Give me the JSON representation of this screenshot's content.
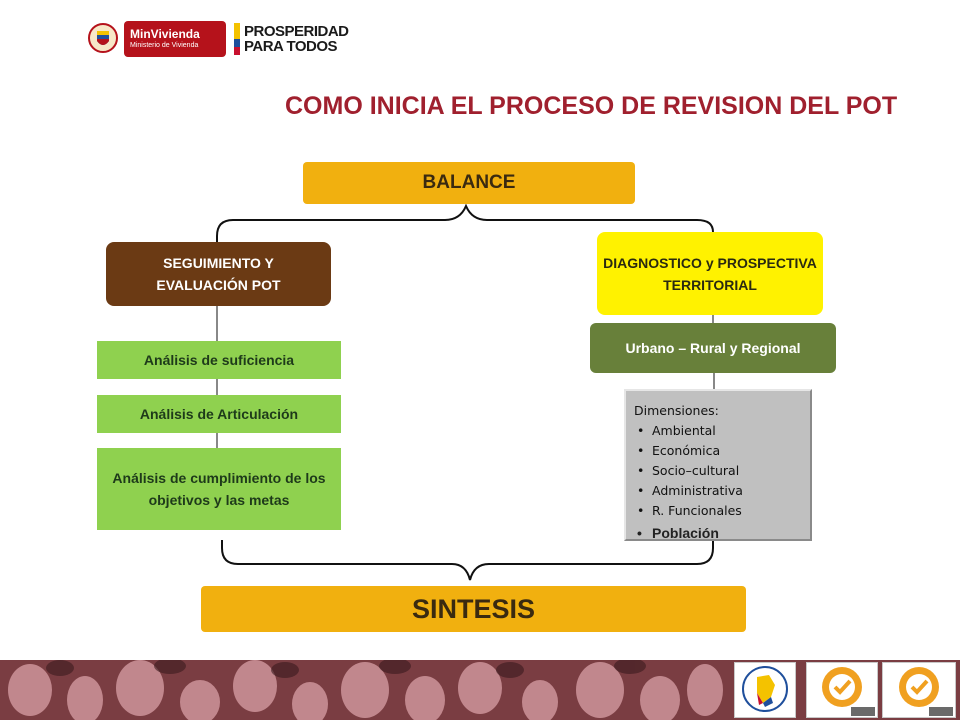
{
  "header": {
    "minvivienda_name": "MinVivienda",
    "minvivienda_sub": "Ministerio de Vivienda",
    "prosperidad_line1": "PROSPERIDAD",
    "prosperidad_line2": "PARA TODOS"
  },
  "title": "COMO INICIA EL PROCESO DE REVISION DEL POT",
  "diagram": {
    "balance": "BALANCE",
    "seguimiento": "SEGUIMIENTO Y EVALUACIÓN POT",
    "diagnostico": "DIAGNOSTICO y PROSPECTIVA TERRITORIAL",
    "urbano": "Urbano – Rural y Regional",
    "analisis": [
      "Análisis de suficiencia",
      "Análisis de Articulación",
      "Análisis de cumplimiento de los objetivos y las metas"
    ],
    "dimensiones_title": "Dimensiones:",
    "dimensiones": [
      "Ambiental",
      "Económica",
      "Socio–cultural",
      "Administrativa",
      "R. Funcionales"
    ],
    "poblacion": "Población",
    "sintesis": "SINTESIS"
  },
  "colors": {
    "title": "#a0202e",
    "gold": "#f1b00f",
    "brown": "#6b3a14",
    "yellow": "#fff200",
    "olive": "#68803a",
    "green": "#8fd14f"
  }
}
